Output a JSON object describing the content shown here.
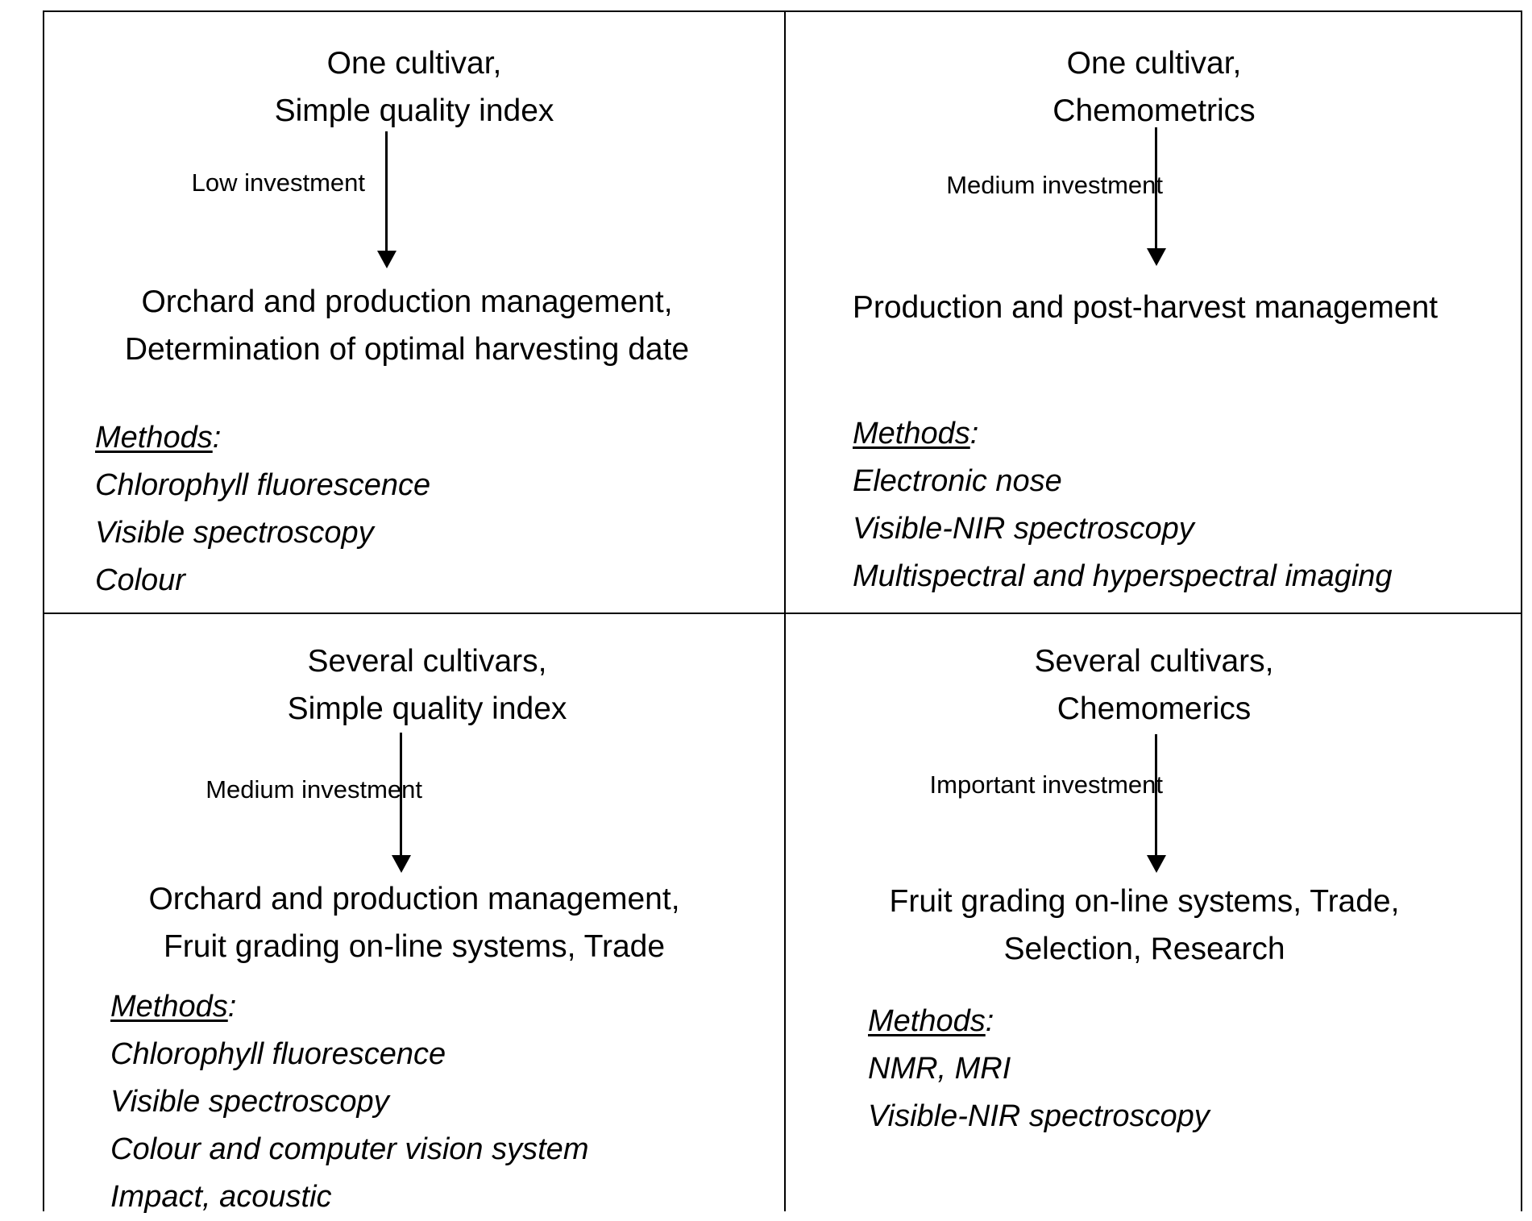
{
  "quadrants": {
    "top_left": {
      "heading": [
        "One cultivar,",
        "Simple quality index"
      ],
      "investment": "Low investment",
      "outcome": [
        "Orchard and production management,",
        "Determination of optimal harvesting date"
      ],
      "methods_title": "Methods",
      "methods_colon": ":",
      "methods": [
        "Chlorophyll fluorescence",
        "Visible spectroscopy",
        "Colour"
      ]
    },
    "top_right": {
      "heading": [
        "One cultivar,",
        "Chemometrics"
      ],
      "investment": "Medium investment",
      "outcome": [
        "Production and post-harvest management"
      ],
      "methods_title": "Methods",
      "methods_colon": ":",
      "methods": [
        "Electronic nose",
        "Visible-NIR spectroscopy",
        "Multispectral and hyperspectral imaging"
      ]
    },
    "bottom_left": {
      "heading": [
        "Several cultivars,",
        "Simple quality index"
      ],
      "investment": "Medium investment",
      "outcome": [
        "Orchard and production management,",
        "Fruit grading on-line systems, Trade"
      ],
      "methods_title": "Methods",
      "methods_colon": ":",
      "methods": [
        "Chlorophyll fluorescence",
        "Visible spectroscopy",
        "Colour and computer vision system",
        "Impact, acoustic"
      ]
    },
    "bottom_right": {
      "heading": [
        "Several cultivars,",
        "Chemomerics"
      ],
      "investment": "Important investment",
      "outcome": [
        "Fruit grading on-line systems, Trade,",
        "Selection, Research"
      ],
      "methods_title": "Methods",
      "methods_colon": ":",
      "methods": [
        "NMR, MRI",
        "Visible-NIR spectroscopy"
      ]
    }
  }
}
